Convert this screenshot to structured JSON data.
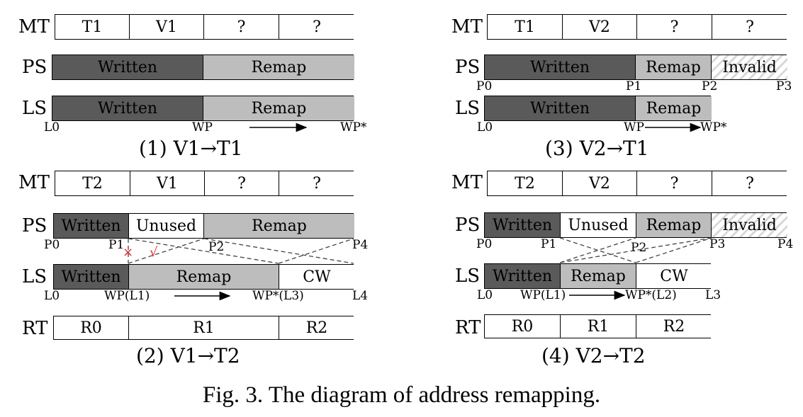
{
  "figure_caption": "Fig. 3.  The diagram of address remapping.",
  "row_names": {
    "mt": "MT",
    "ps": "PS",
    "ls": "LS",
    "rt": "RT"
  },
  "panels": [
    {
      "caption": "(1) V1→T1",
      "mt": [
        "T1",
        "V1",
        "?",
        "?"
      ],
      "ps": [
        {
          "label": "Written",
          "type": "written"
        },
        {
          "label": "Remap",
          "type": "remap"
        }
      ],
      "ls": [
        {
          "label": "Written",
          "type": "written"
        },
        {
          "label": "Remap",
          "type": "remap"
        }
      ],
      "ps_pointers": [],
      "ls_pointers": [
        "L0",
        "WP",
        "WP*"
      ]
    },
    {
      "caption": "(2) V1→T2",
      "mt": [
        "T2",
        "V1",
        "?",
        "?"
      ],
      "ps": [
        {
          "label": "Written",
          "type": "written"
        },
        {
          "label": "Unused",
          "type": "unused"
        },
        {
          "label": "Remap",
          "type": "remap"
        }
      ],
      "ls": [
        {
          "label": "Written",
          "type": "written"
        },
        {
          "label": "Remap",
          "type": "remap"
        },
        {
          "label": "CW",
          "type": "cw"
        }
      ],
      "rt": [
        "R0",
        "R1",
        "R2"
      ],
      "ps_pointers": [
        "P0",
        "P1",
        "P2",
        "P4"
      ],
      "ls_pointers": [
        "L0",
        "WP(L1)",
        "WP*(L3)",
        "L4"
      ],
      "marks": {
        "cross": "×",
        "check": "√"
      }
    },
    {
      "caption": "(3) V2→T1",
      "mt": [
        "T1",
        "V2",
        "?",
        "?"
      ],
      "ps": [
        {
          "label": "Written",
          "type": "written"
        },
        {
          "label": "Remap",
          "type": "remap"
        },
        {
          "label": "Invalid",
          "type": "invalid"
        }
      ],
      "ls": [
        {
          "label": "Written",
          "type": "written"
        },
        {
          "label": "Remap",
          "type": "remap"
        }
      ],
      "ps_pointers": [
        "P0",
        "P1",
        "P2",
        "P3"
      ],
      "ls_pointers": [
        "L0",
        "WP",
        "WP*"
      ]
    },
    {
      "caption": "(4) V2→T2",
      "mt": [
        "T2",
        "V2",
        "?",
        "?"
      ],
      "ps": [
        {
          "label": "Written",
          "type": "written"
        },
        {
          "label": "Unused",
          "type": "unused"
        },
        {
          "label": "Remap",
          "type": "remap"
        },
        {
          "label": "Invalid",
          "type": "invalid"
        }
      ],
      "ls": [
        {
          "label": "Written",
          "type": "written"
        },
        {
          "label": "Remap",
          "type": "remap"
        },
        {
          "label": "CW",
          "type": "cw"
        }
      ],
      "rt": [
        "R0",
        "R1",
        "R2"
      ],
      "ps_pointers": [
        "P0",
        "P1",
        "P2",
        "P3",
        "P4"
      ],
      "ls_pointers": [
        "L0",
        "WP(L1)",
        "WP*(L2)",
        "L3"
      ]
    }
  ],
  "colors": {
    "written": "#5a5a5a",
    "remap": "#bdbdbd",
    "invalid_hatch": "#d9d9d9",
    "mark": "#e03030"
  }
}
